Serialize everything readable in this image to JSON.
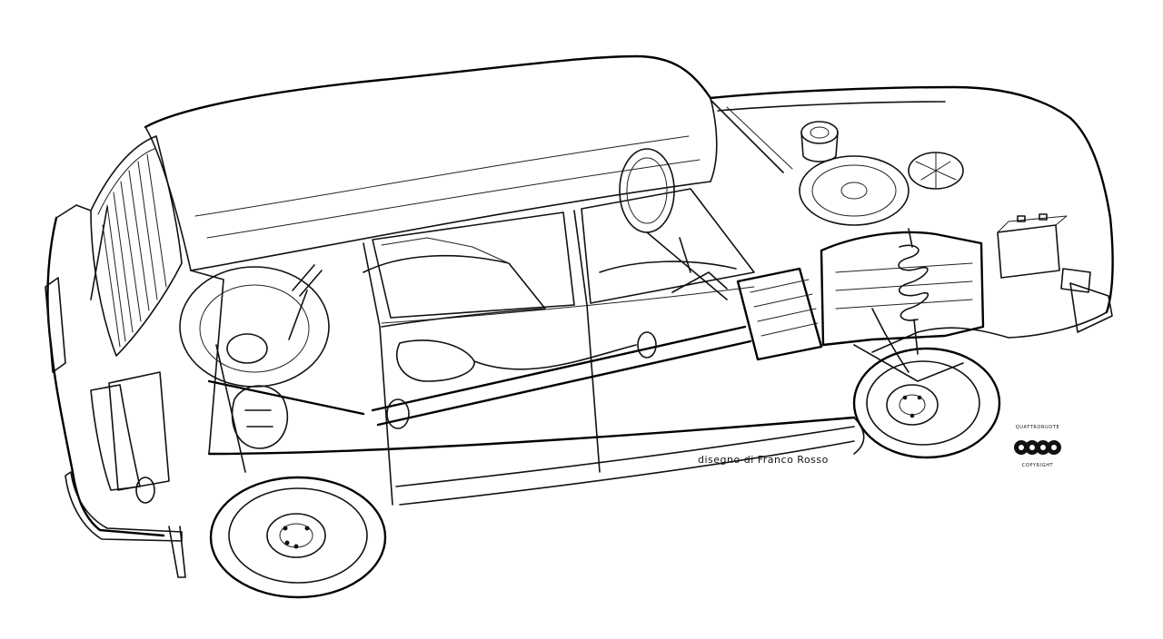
{
  "illustration": {
    "credit": "disegno di Franco Rosso"
  },
  "stamp": {
    "top_text": "QUATTRORUOTE",
    "bottom_text": "COPYRIGHT",
    "logo_text": "QUATTRORUOTE COPYRIGHT"
  }
}
